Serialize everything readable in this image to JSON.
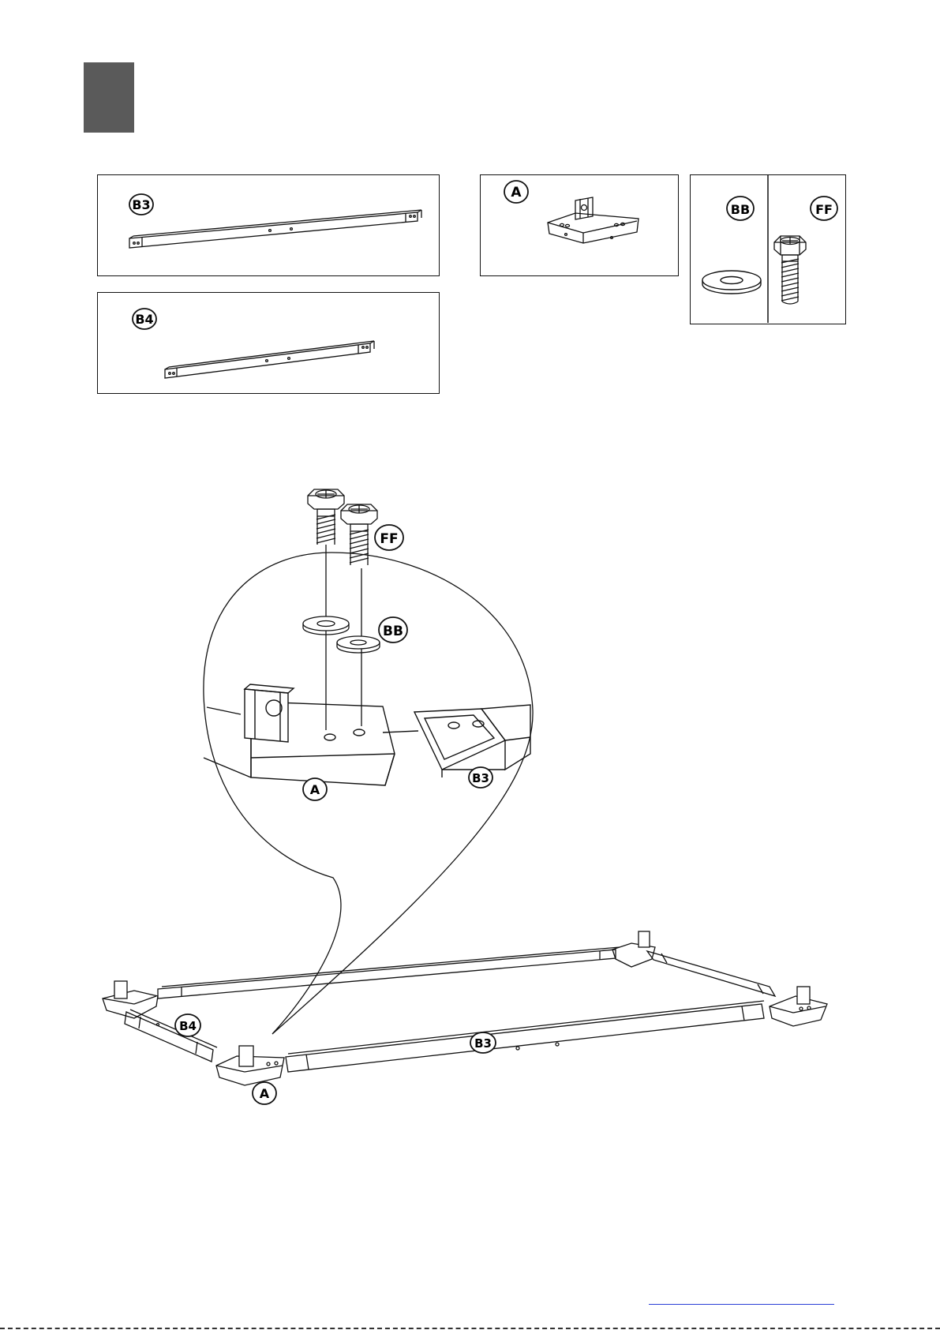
{
  "parts": {
    "b3": {
      "label": "B3"
    },
    "b4": {
      "label": "B4"
    },
    "a": {
      "label": "A"
    },
    "bb": {
      "label": "BB"
    },
    "ff": {
      "label": "FF"
    }
  },
  "assembly": {
    "callouts": {
      "ff": "FF",
      "bb": "BB",
      "a": "A",
      "b3": "B3"
    },
    "frame_labels": {
      "b4": "B4",
      "b3": "B3",
      "a": "A"
    }
  },
  "colors": {
    "step_block": "#5a5a5a",
    "line": "#111111",
    "footer_link": "#2b3fd6"
  }
}
